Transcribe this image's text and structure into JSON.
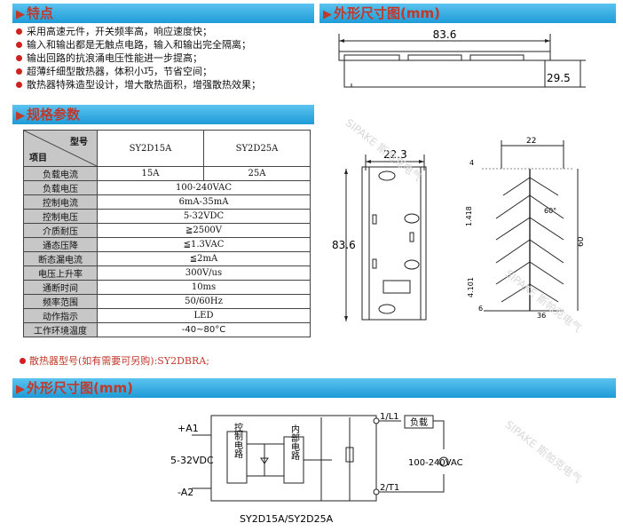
{
  "sections": {
    "features": "特点",
    "dimensions_top": "外形尺寸图(mm)",
    "specs": "规格参数",
    "dimensions_bottom": "外形尺寸图(mm)"
  },
  "features": [
    "采用高速元件，开关频率高，响应速度快；",
    "输入和输出都是无触点电路，输入和输出完全隔离；",
    "输出回路的抗浪涌电压性能进一步提高；",
    "超薄纤细型散热器，体积小巧，节省空间；",
    "散热器特殊造型设计，增大散热面积，增强散热效果；"
  ],
  "table": {
    "header_model": "型号",
    "header_item": "项目",
    "models": [
      "SY2D15A",
      "SY2D25A"
    ],
    "rows": [
      {
        "label": "负载电流",
        "values": [
          "15A",
          "25A"
        ]
      },
      {
        "label": "负载电压",
        "value": "100-240VAC"
      },
      {
        "label": "控制电流",
        "value": "6mA-35mA"
      },
      {
        "label": "控制电压",
        "value": "5-32VDC"
      },
      {
        "label": "介质耐压",
        "value": "≧2500V"
      },
      {
        "label": "通态压降",
        "value": "≦1.3VAC"
      },
      {
        "label": "断态漏电流",
        "value": "≦2mA"
      },
      {
        "label": "电压上升率",
        "value": "300V/us"
      },
      {
        "label": "通断时间",
        "value": "10ms"
      },
      {
        "label": "频率范围",
        "value": "50/60Hz"
      },
      {
        "label": "动作指示",
        "value": "LED"
      },
      {
        "label": "工作环境温度",
        "value": "-40~80°C"
      }
    ]
  },
  "note": "散热器型号(如有需要可另购):SY2DBRA;",
  "dims": {
    "top_width": "83.6",
    "top_height": "29.5",
    "front_width": "22.3",
    "front_height": "83.6",
    "side_width": "22",
    "side_a": "4",
    "side_b": "1.418",
    "side_angle": "60°",
    "side_height": "60",
    "side_c": "4.101",
    "side_d": "36",
    "side_e": "6"
  },
  "circuit": {
    "plus": "+A1",
    "minus": "-A2",
    "ctrl_voltage": "5-32VDC",
    "ctrl_block": "控制电路",
    "inner_block": "内部电路",
    "l1": "1/L1",
    "t1": "2/T1",
    "load": "负载",
    "load_voltage": "100-240VAC",
    "caption": "SY2D15A/SY2D25A"
  },
  "watermark": "SIPAKE 斯帕克电气",
  "colors": {
    "accent": "#c0392b",
    "bar": "#1e9bd7"
  }
}
